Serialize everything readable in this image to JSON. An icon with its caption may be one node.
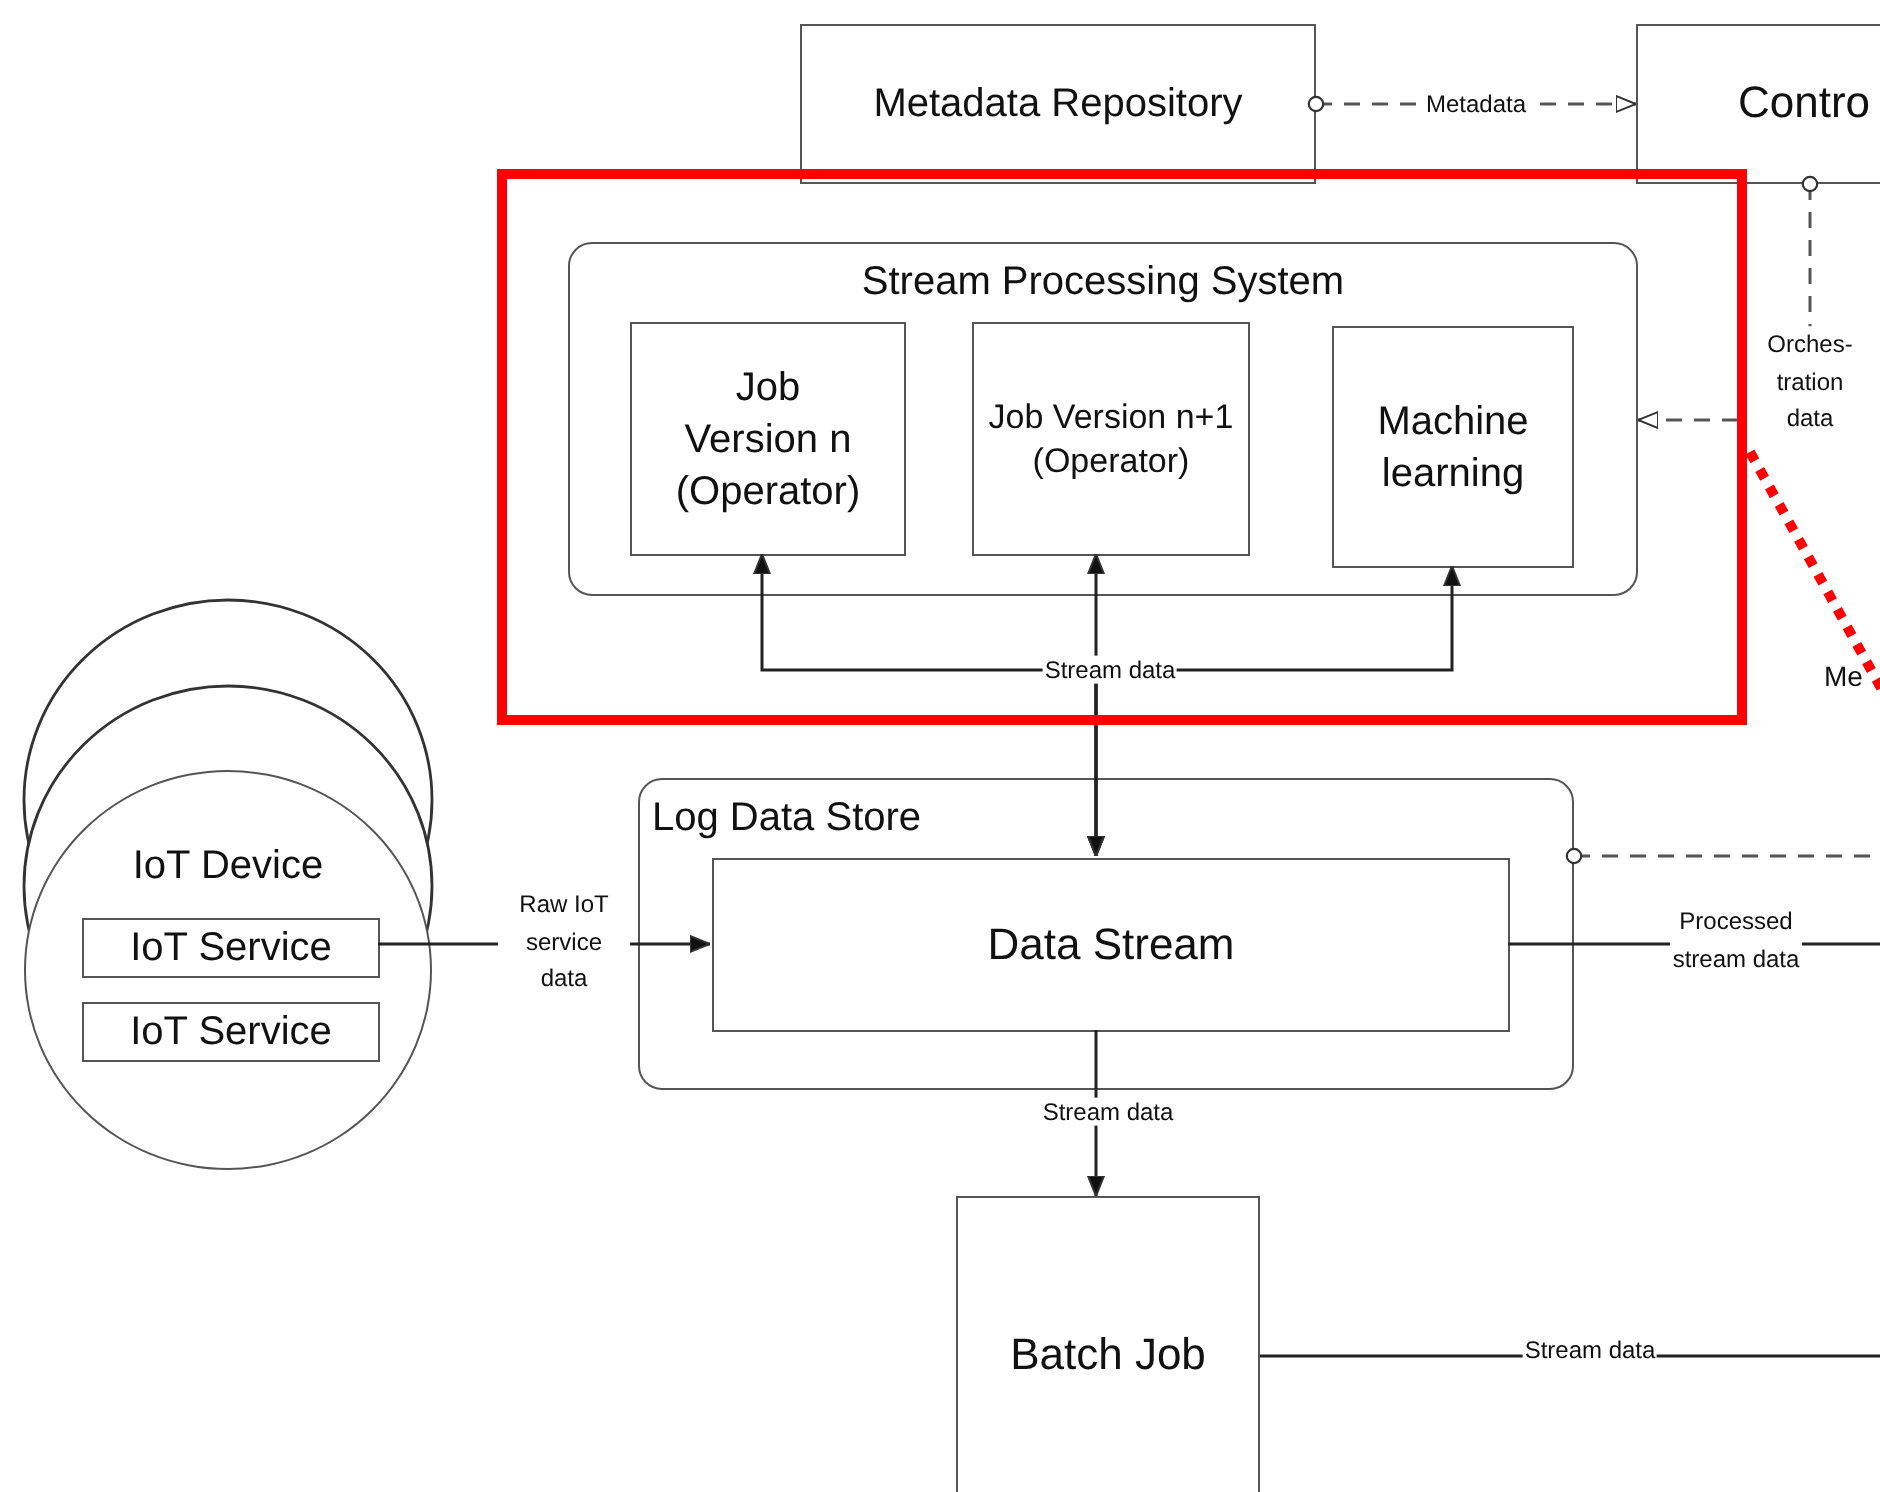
{
  "diagram": {
    "nodes": [
      {
        "text": [
          "Metadata Repository"
        ]
      },
      {
        "text": [
          "Contro"
        ]
      },
      {
        "text": [
          "Stream Processing System"
        ]
      },
      {
        "text": [
          "Job Version n (Operator)"
        ],
        "in": 2
      },
      {
        "text": [
          "Job Version n+1 (Operator)"
        ],
        "in": 2
      },
      {
        "text": [
          "Machine learning"
        ],
        "in": 2
      },
      {
        "text": [
          "IoT Device"
        ]
      },
      {
        "text": [
          "IoT Service"
        ],
        "in": 6
      },
      {
        "text": [
          "IoT Service"
        ],
        "in": 6
      },
      {
        "text": [
          "Log Data Store"
        ]
      },
      {
        "text": [
          "Data Stream"
        ],
        "in": 9
      },
      {
        "text": [
          "Batch Job"
        ]
      }
    ],
    "edges": [
      {
        "from": 0,
        "to": 1,
        "arrow": "to",
        "label": "Metadata",
        "style": "dashed"
      },
      {
        "from": 1,
        "to": 2,
        "arrow": "to",
        "label": "Orches- tration data",
        "style": "dashed"
      },
      {
        "from": 10,
        "to": 3,
        "arrow": "both"
      },
      {
        "from": 10,
        "to": 4,
        "arrow": "both",
        "label": "Stream data"
      },
      {
        "from": 10,
        "to": 5,
        "arrow": "both"
      },
      {
        "from": 7,
        "to": 10,
        "arrow": "to",
        "label": "Raw IoT service data"
      },
      {
        "from": 10,
        "to": null,
        "arrow": "none",
        "label": "Processed stream data"
      },
      {
        "from": 9,
        "to": null,
        "arrow": "other",
        "style": "dashed"
      },
      {
        "from": 10,
        "to": 11,
        "arrow": "to",
        "label": "Stream data"
      },
      {
        "from": 11,
        "to": null,
        "arrow": "none",
        "label": "Stream data"
      }
    ],
    "labels": [
      "Me"
    ]
  }
}
